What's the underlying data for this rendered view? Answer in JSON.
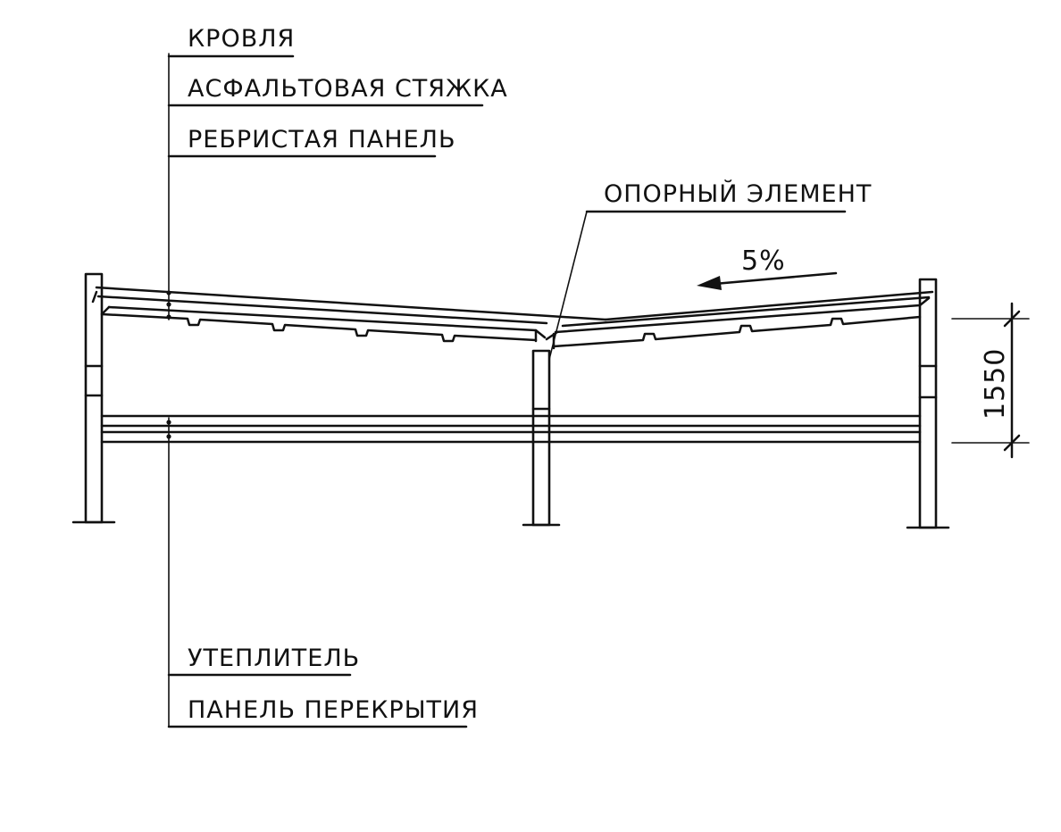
{
  "labels": {
    "roofing": "КРОВЛЯ",
    "asphalt_screed": "АСФАЛЬТОВАЯ СТЯЖКА",
    "ribbed_panel": "РЕБРИСТАЯ ПАНЕЛЬ",
    "support_element": "ОПОРНЫЙ ЭЛЕМЕНТ",
    "insulation": "УТЕПЛИТЕЛЬ",
    "floor_panel": "ПАНЕЛЬ ПЕРЕКРЫТИЯ"
  },
  "slope": "5%",
  "dimension": "1550",
  "colors": {
    "ink": "#111111",
    "paper": "#ffffff"
  }
}
